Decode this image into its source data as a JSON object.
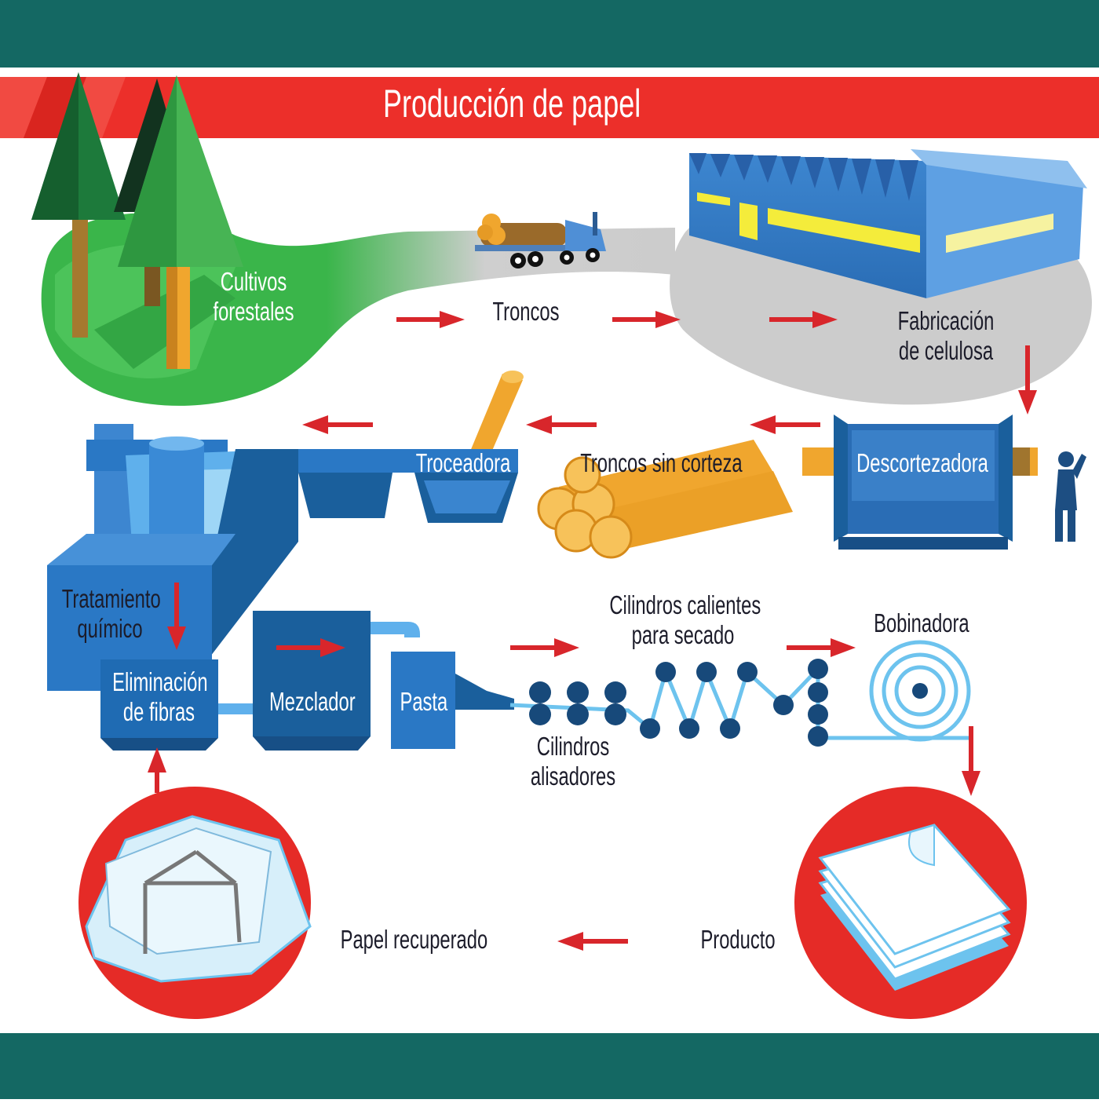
{
  "title": "Producción de papel",
  "colors": {
    "band": "#146863",
    "title_bar": "#ec2f2a",
    "arrow": "#d8262b",
    "machine_blue": "#2a78c5",
    "machine_dark": "#1a5f9c",
    "roller": "#17497a",
    "sheet_line": "#6dc3ee",
    "log_orange": "#f0a62e",
    "forest_green": "#3ab54a",
    "ground_grey": "#cccccc"
  },
  "labels": {
    "cultivos_line1": "Cultivos",
    "cultivos_line2": "forestales",
    "troncos": "Troncos",
    "fabricacion_line1": "Fabricación",
    "fabricacion_line2": "de celulosa",
    "descortezadora": "Descortezadora",
    "troncos_sin_corteza": "Troncos sin corteza",
    "troceadora": "Troceadora",
    "tratamiento_line1": "Tratamiento",
    "tratamiento_line2": "químico",
    "eliminacion_line1": "Eliminación",
    "eliminacion_line2": "de fibras",
    "mezclador": "Mezclador",
    "pasta": "Pasta",
    "cilindros_calientes_line1": "Cilindros calientes",
    "cilindros_calientes_line2": "para secado",
    "cilindros_alisadores_line1": "Cilindros",
    "cilindros_alisadores_line2": "alisadores",
    "bobinadora": "Bobinadora",
    "producto": "Producto",
    "papel_recuperado": "Papel recuperado"
  },
  "icons": [
    "tree-icon",
    "log-truck-icon",
    "factory-icon",
    "person-icon",
    "paper-roll-icon",
    "paper-stack-icon",
    "recovered-paper-icon",
    "arrow-icon"
  ]
}
